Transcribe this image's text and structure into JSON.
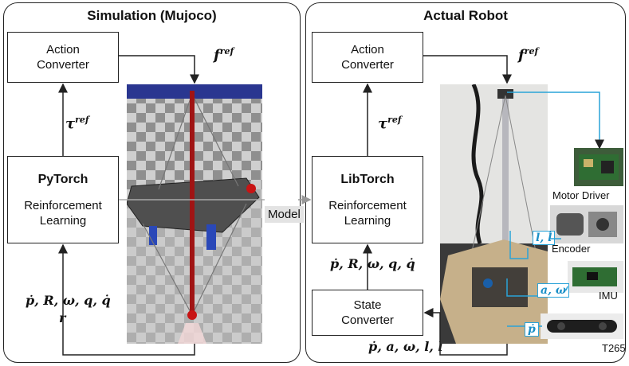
{
  "sim": {
    "title": "Simulation (Mujoco)",
    "action_converter": "Action\nConverter",
    "f_ref": "f",
    "f_ref_sup": "ref",
    "tau_ref": "τ",
    "tau_ref_sup": "ref",
    "rl_bold": "PyTorch",
    "rl_text": "Reinforcement\nLearning",
    "state_line1": "ṗ, R, ω, q, q̇",
    "state_line2": "r"
  },
  "model_label": "Model",
  "robot": {
    "title": "Actual Robot",
    "action_converter": "Action\nConverter",
    "f_ref": "f",
    "f_ref_sup": "ref",
    "tau_ref": "τ",
    "tau_ref_sup": "ref",
    "rl_bold": "LibTorch",
    "rl_text": "Reinforcement\nLearning",
    "obs_line": "ṗ, R, ω, q, q̇",
    "state_converter": "State\nConverter",
    "sensor_line": "ṗ, a, ω, l, l̇",
    "motor_driver": "Motor Driver",
    "encoder": "Encoder",
    "imu": "IMU",
    "t265": "T265",
    "tag_l": "l, l̇",
    "tag_aw": "a, ω",
    "tag_p": "ṗ"
  },
  "colors": {
    "arrow": "#222222",
    "callout": "#2aa3d8",
    "rod": "#a01414",
    "sky": "#2a3690"
  }
}
